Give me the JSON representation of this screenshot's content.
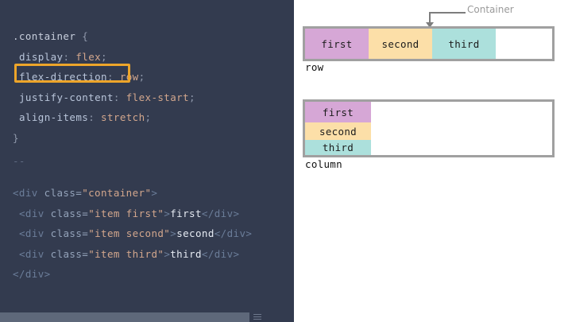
{
  "editor": {
    "css_block": {
      "lines": [
        {
          "indent": 0,
          "parts": [
            {
              "t": ".container",
              "c": "sel"
            },
            {
              "t": " ",
              "c": "punct"
            },
            {
              "t": "{",
              "c": "punct"
            }
          ]
        },
        {
          "indent": 1,
          "parts": [
            {
              "t": "display",
              "c": "prop"
            },
            {
              "t": ": ",
              "c": "punct"
            },
            {
              "t": "flex",
              "c": "val"
            },
            {
              "t": ";",
              "c": "punct"
            }
          ]
        },
        {
          "indent": 1,
          "parts": [
            {
              "t": "flex-direction",
              "c": "prop"
            },
            {
              "t": ": ",
              "c": "punct"
            },
            {
              "t": "row",
              "c": "val"
            },
            {
              "t": ";",
              "c": "punct"
            }
          ]
        },
        {
          "indent": 1,
          "parts": [
            {
              "t": "justify-content",
              "c": "prop"
            },
            {
              "t": ": ",
              "c": "punct"
            },
            {
              "t": "flex-start",
              "c": "val"
            },
            {
              "t": ";",
              "c": "punct"
            }
          ]
        },
        {
          "indent": 1,
          "parts": [
            {
              "t": "align-items",
              "c": "prop"
            },
            {
              "t": ": ",
              "c": "punct"
            },
            {
              "t": "stretch",
              "c": "val"
            },
            {
              "t": ";",
              "c": "punct"
            }
          ]
        },
        {
          "indent": 0,
          "parts": [
            {
              "t": "}",
              "c": "punct"
            }
          ]
        }
      ]
    },
    "separator": "--",
    "html_block": {
      "lines": [
        {
          "indent": 0,
          "parts": [
            {
              "t": "<div ",
              "c": "tag"
            },
            {
              "t": "class=",
              "c": "attr"
            },
            {
              "t": "\"container\"",
              "c": "attrv"
            },
            {
              "t": ">",
              "c": "tag"
            }
          ]
        },
        {
          "indent": 1,
          "parts": [
            {
              "t": "<div ",
              "c": "tag"
            },
            {
              "t": "class=",
              "c": "attr"
            },
            {
              "t": "\"item first\"",
              "c": "attrv"
            },
            {
              "t": ">",
              "c": "tag"
            },
            {
              "t": "first",
              "c": "text"
            },
            {
              "t": "</div>",
              "c": "tag"
            }
          ]
        },
        {
          "indent": 1,
          "parts": [
            {
              "t": "<div ",
              "c": "tag"
            },
            {
              "t": "class=",
              "c": "attr"
            },
            {
              "t": "\"item second\"",
              "c": "attrv"
            },
            {
              "t": ">",
              "c": "tag"
            },
            {
              "t": "second",
              "c": "text"
            },
            {
              "t": "</div>",
              "c": "tag"
            }
          ]
        },
        {
          "indent": 1,
          "parts": [
            {
              "t": "<div ",
              "c": "tag"
            },
            {
              "t": "class=",
              "c": "attr"
            },
            {
              "t": "\"item third\"",
              "c": "attrv"
            },
            {
              "t": ">",
              "c": "tag"
            },
            {
              "t": "third",
              "c": "text"
            },
            {
              "t": "</div>",
              "c": "tag"
            }
          ]
        },
        {
          "indent": 0,
          "parts": [
            {
              "t": "</div>",
              "c": "tag"
            }
          ]
        }
      ]
    },
    "highlighted_property": "flex-direction:",
    "highlight_color": "#eda52a",
    "background_color": "#333b4f",
    "scrollbar": {
      "present": true,
      "orientation": "horizontal",
      "thumb_color": "#5e687a"
    }
  },
  "diagram": {
    "annotation": {
      "label": "Container"
    },
    "row": {
      "mode_label": "row",
      "items": [
        {
          "label": "first",
          "color": "#d6a7d6"
        },
        {
          "label": "second",
          "color": "#fcdfa8"
        },
        {
          "label": "third",
          "color": "#ace0dc"
        }
      ]
    },
    "column": {
      "mode_label": "column",
      "items": [
        {
          "label": "first",
          "color": "#d6a7d6"
        },
        {
          "label": "second",
          "color": "#fcdfa8"
        },
        {
          "label": "third",
          "color": "#ace0dc"
        }
      ]
    },
    "container_border_color": "#a0a0a0"
  }
}
